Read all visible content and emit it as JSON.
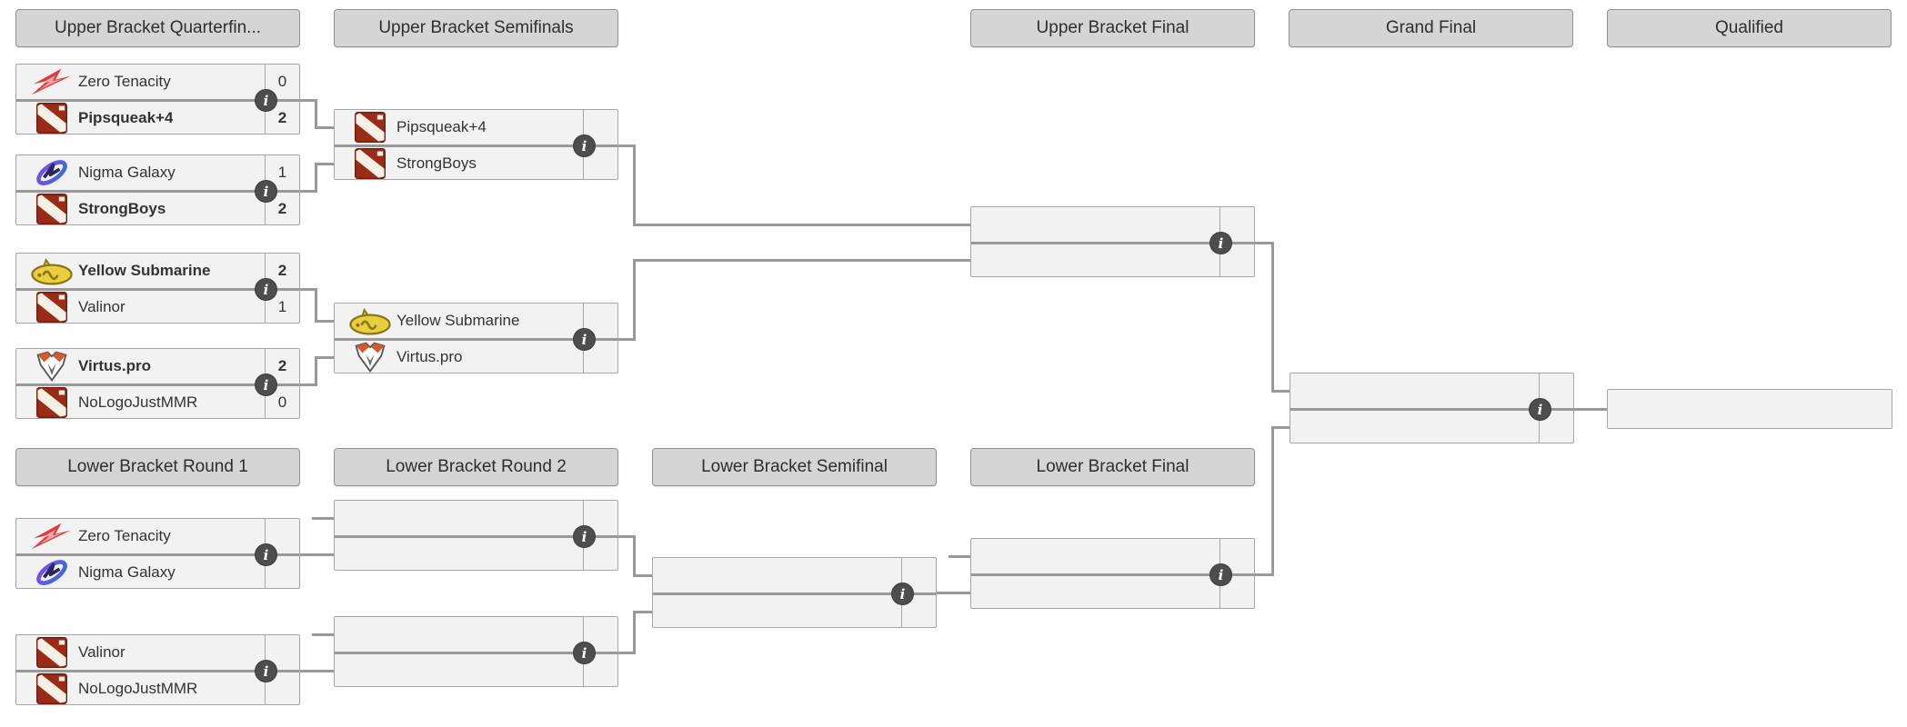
{
  "headers": {
    "upper": [
      "Upper Bracket Quarterfin...",
      "Upper Bracket Semifinals",
      "Upper Bracket Final",
      "Grand Final",
      "Qualified"
    ],
    "lower": [
      "Lower Bracket Round 1",
      "Lower Bracket Round 2",
      "Lower Bracket Semifinal",
      "Lower Bracket Final"
    ]
  },
  "info_icon_glyph": "i",
  "colors": {
    "header_bg": "#d5d5d5",
    "row_bg": "#f2f2f2",
    "connector": "#999999",
    "info_icon_bg": "#4d4d4d",
    "dota2_logo_red": "#9a2b17",
    "zero_tenacity_red": "#e03a3c",
    "nigma_purple": "#6a4bd8",
    "yellow_submarine_yellow": "#e9cf3e",
    "virtuspro_orange": "#d4592b"
  },
  "matches": {
    "ub_qf_1": {
      "team1": {
        "name": "Zero Tenacity",
        "logo": "zt",
        "score": "0",
        "bold": false
      },
      "team2": {
        "name": "Pipsqueak+4",
        "logo": "dota2",
        "score": "2",
        "bold": true
      }
    },
    "ub_qf_2": {
      "team1": {
        "name": "Nigma Galaxy",
        "logo": "nigma",
        "score": "1",
        "bold": false
      },
      "team2": {
        "name": "StrongBoys",
        "logo": "dota2",
        "score": "2",
        "bold": true
      }
    },
    "ub_qf_3": {
      "team1": {
        "name": "Yellow Submarine",
        "logo": "ys",
        "score": "2",
        "bold": true
      },
      "team2": {
        "name": "Valinor",
        "logo": "dota2",
        "score": "1",
        "bold": false
      }
    },
    "ub_qf_4": {
      "team1": {
        "name": "Virtus.pro",
        "logo": "vp",
        "score": "2",
        "bold": true
      },
      "team2": {
        "name": "NoLogoJustMMR",
        "logo": "dota2",
        "score": "0",
        "bold": false
      }
    },
    "ub_sf_1": {
      "team1": {
        "name": "Pipsqueak+4",
        "logo": "dota2",
        "score": "",
        "bold": false
      },
      "team2": {
        "name": "StrongBoys",
        "logo": "dota2",
        "score": "",
        "bold": false
      }
    },
    "ub_sf_2": {
      "team1": {
        "name": "Yellow Submarine",
        "logo": "ys",
        "score": "",
        "bold": false
      },
      "team2": {
        "name": "Virtus.pro",
        "logo": "vp",
        "score": "",
        "bold": false
      }
    },
    "ub_final": {
      "team1": {
        "name": "",
        "logo": "",
        "score": "",
        "bold": false
      },
      "team2": {
        "name": "",
        "logo": "",
        "score": "",
        "bold": false
      }
    },
    "grand_final": {
      "team1": {
        "name": "",
        "logo": "",
        "score": "",
        "bold": false
      },
      "team2": {
        "name": "",
        "logo": "",
        "score": "",
        "bold": false
      }
    },
    "lb_r1_1": {
      "team1": {
        "name": "Zero Tenacity",
        "logo": "zt",
        "score": "",
        "bold": false
      },
      "team2": {
        "name": "Nigma Galaxy",
        "logo": "nigma",
        "score": "",
        "bold": false
      }
    },
    "lb_r1_2": {
      "team1": {
        "name": "Valinor",
        "logo": "dota2",
        "score": "",
        "bold": false
      },
      "team2": {
        "name": "NoLogoJustMMR",
        "logo": "dota2",
        "score": "",
        "bold": false
      }
    },
    "lb_r2_1": {
      "team1": {
        "name": "",
        "logo": "",
        "score": "",
        "bold": false
      },
      "team2": {
        "name": "",
        "logo": "",
        "score": "",
        "bold": false
      }
    },
    "lb_r2_2": {
      "team1": {
        "name": "",
        "logo": "",
        "score": "",
        "bold": false
      },
      "team2": {
        "name": "",
        "logo": "",
        "score": "",
        "bold": false
      }
    },
    "lb_sf": {
      "team1": {
        "name": "",
        "logo": "",
        "score": "",
        "bold": false
      },
      "team2": {
        "name": "",
        "logo": "",
        "score": "",
        "bold": false
      }
    },
    "lb_final": {
      "team1": {
        "name": "",
        "logo": "",
        "score": "",
        "bold": false
      },
      "team2": {
        "name": "",
        "logo": "",
        "score": "",
        "bold": false
      }
    }
  },
  "qualified_slot": {
    "name": ""
  }
}
